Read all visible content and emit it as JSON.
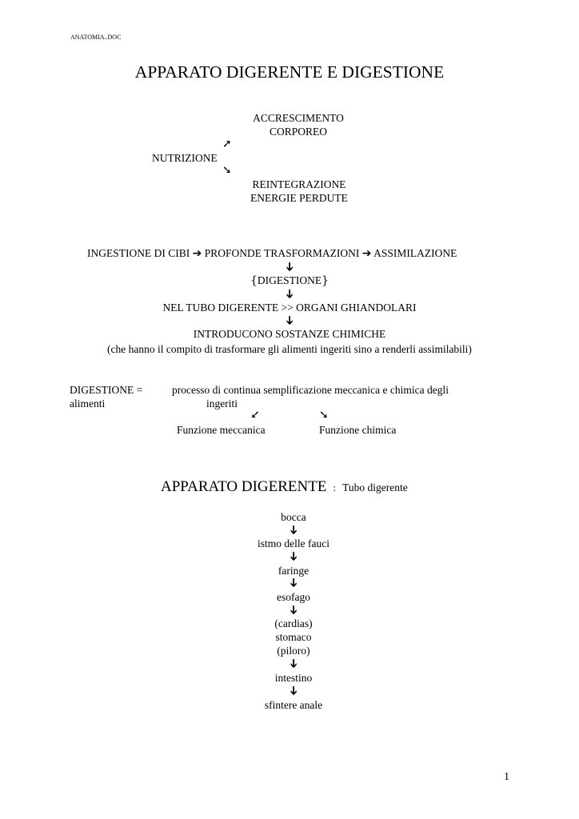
{
  "header": {
    "filename": "ANATOMIA..DOC"
  },
  "title": "APPARATO DIGERENTE E DIGESTIONE",
  "nutrition": {
    "top_line1": "ACCRESCIMENTO",
    "top_line2": "CORPOREO",
    "center": "NUTRIZIONE",
    "bottom_line1": "REINTEGRAZIONE",
    "bottom_line2": "ENERGIE PERDUTE",
    "arrow_up": "➚",
    "arrow_down": "➘"
  },
  "process": {
    "step1": "INGESTIONE DI CIBI",
    "step2": "PROFONDE TRASFORMAZIONI",
    "step3": "ASSIMILAZIONE",
    "arrow_right": "➔",
    "arrow_down": "➔",
    "brace_open": "{",
    "digestion": "DIGESTIONE",
    "brace_close": "}",
    "tube_line": "NEL TUBO DIGERENTE >> ORGANI GHIANDOLARI",
    "chem_line": "INTRODUCONO SOSTANZE CHIMICHE",
    "chem_note": "(che hanno il compito di trasformare gli alimenti ingeriti sino a renderli assimilabili)"
  },
  "definition": {
    "term": "DIGESTIONE =",
    "text_line1": "processo di continua semplificazione meccanica e chimica degli",
    "word_alimenti": "alimenti",
    "word_ingeriti": "ingeriti",
    "arrow_left": "➘",
    "arrow_right": "➘",
    "func_mech": "Funzione meccanica",
    "func_chem": "Funzione chimica"
  },
  "apparatus": {
    "heading": "APPARATO DIGERENTE",
    "colon": ":",
    "subtitle": "Tubo digerente",
    "organs": [
      "bocca",
      "istmo delle fauci",
      "faringe",
      "esofago"
    ],
    "stomach_block": [
      "(cardias)",
      "stomaco",
      "(piloro)"
    ],
    "organs_after": [
      "intestino",
      "sfintere anale"
    ]
  },
  "footer": {
    "page_number": "1"
  }
}
